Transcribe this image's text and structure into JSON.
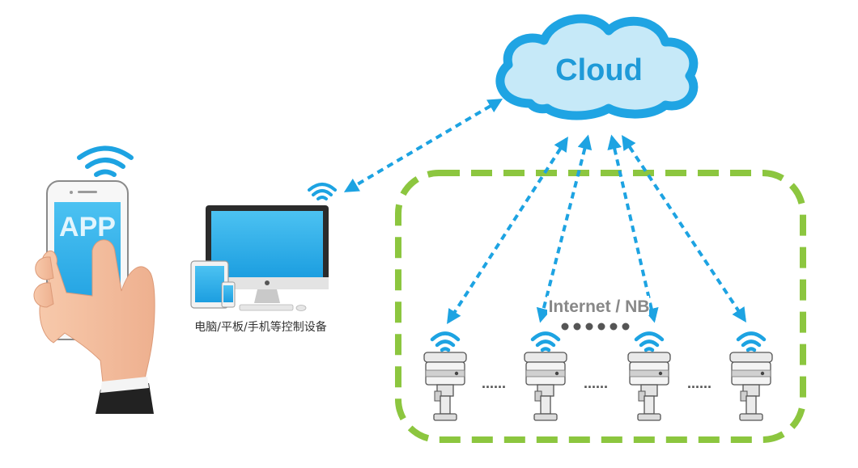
{
  "cloud": {
    "label": "Cloud",
    "fill_color": "#c6e9f8",
    "stroke_color": "#1fa4e3"
  },
  "phone": {
    "screen_label": "APP"
  },
  "computer": {
    "caption": "电脑/平板/手机等控制设备"
  },
  "network": {
    "label": "Internet / NB"
  },
  "device_group": {
    "border_color": "#8cc63f",
    "separator": "......",
    "camera_count": 4
  },
  "colors": {
    "link": "#1da3e2",
    "group_border": "#8cc63f"
  }
}
